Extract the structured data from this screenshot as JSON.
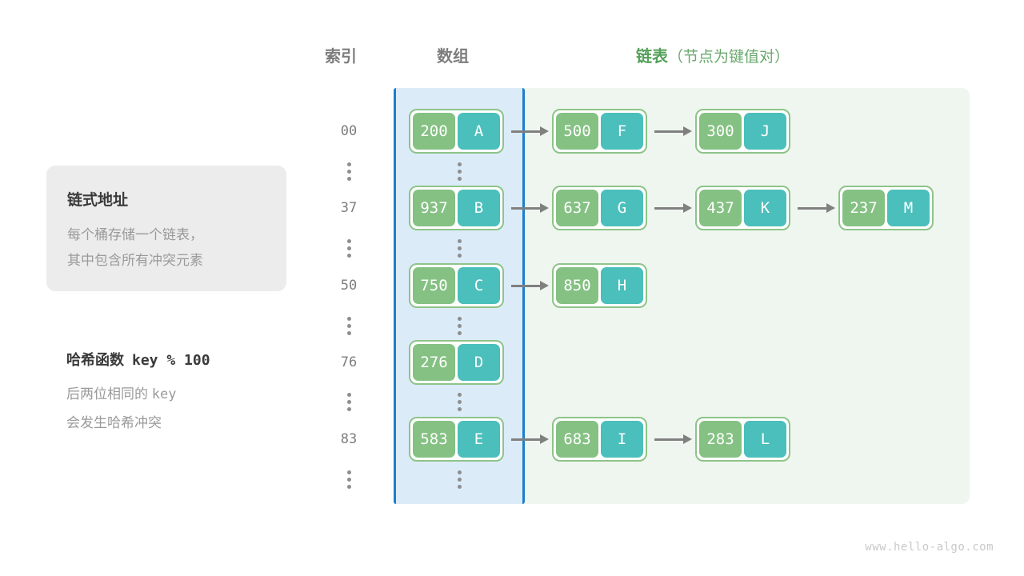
{
  "headers": {
    "index": "索引",
    "array": "数组",
    "list_main": "链表",
    "list_sub": "（节点为键值对）"
  },
  "info_card": {
    "title": "链式地址",
    "line1": "每个桶存储一个链表，",
    "line2": "其中包含所有冲突元素"
  },
  "hash_note": {
    "title": "哈希函数",
    "code": "key % 100",
    "line1_a": "后两位相同的",
    "line1_b": "key",
    "line2": "会发生哈希冲突"
  },
  "colors": {
    "key_box": "#85c183",
    "value_box": "#4bbfbb",
    "node_border": "#8ec489",
    "array_panel_bg": "#dcebf8",
    "array_panel_border": "#1a7fcc",
    "list_panel_bg": "#eff6ef",
    "arrow": "#808080",
    "accent_green": "#55a05b",
    "muted_text": "#9a9a9a"
  },
  "buckets": [
    {
      "index": "00",
      "nodes": [
        {
          "key": "200",
          "value": "A"
        },
        {
          "key": "500",
          "value": "F"
        },
        {
          "key": "300",
          "value": "J"
        }
      ]
    },
    {
      "index": "37",
      "nodes": [
        {
          "key": "937",
          "value": "B"
        },
        {
          "key": "637",
          "value": "G"
        },
        {
          "key": "437",
          "value": "K"
        },
        {
          "key": "237",
          "value": "M"
        }
      ]
    },
    {
      "index": "50",
      "nodes": [
        {
          "key": "750",
          "value": "C"
        },
        {
          "key": "850",
          "value": "H"
        }
      ]
    },
    {
      "index": "76",
      "nodes": [
        {
          "key": "276",
          "value": "D"
        }
      ]
    },
    {
      "index": "83",
      "nodes": [
        {
          "key": "583",
          "value": "E"
        },
        {
          "key": "683",
          "value": "I"
        },
        {
          "key": "283",
          "value": "L"
        }
      ]
    }
  ],
  "footer": "www.hello-algo.com"
}
